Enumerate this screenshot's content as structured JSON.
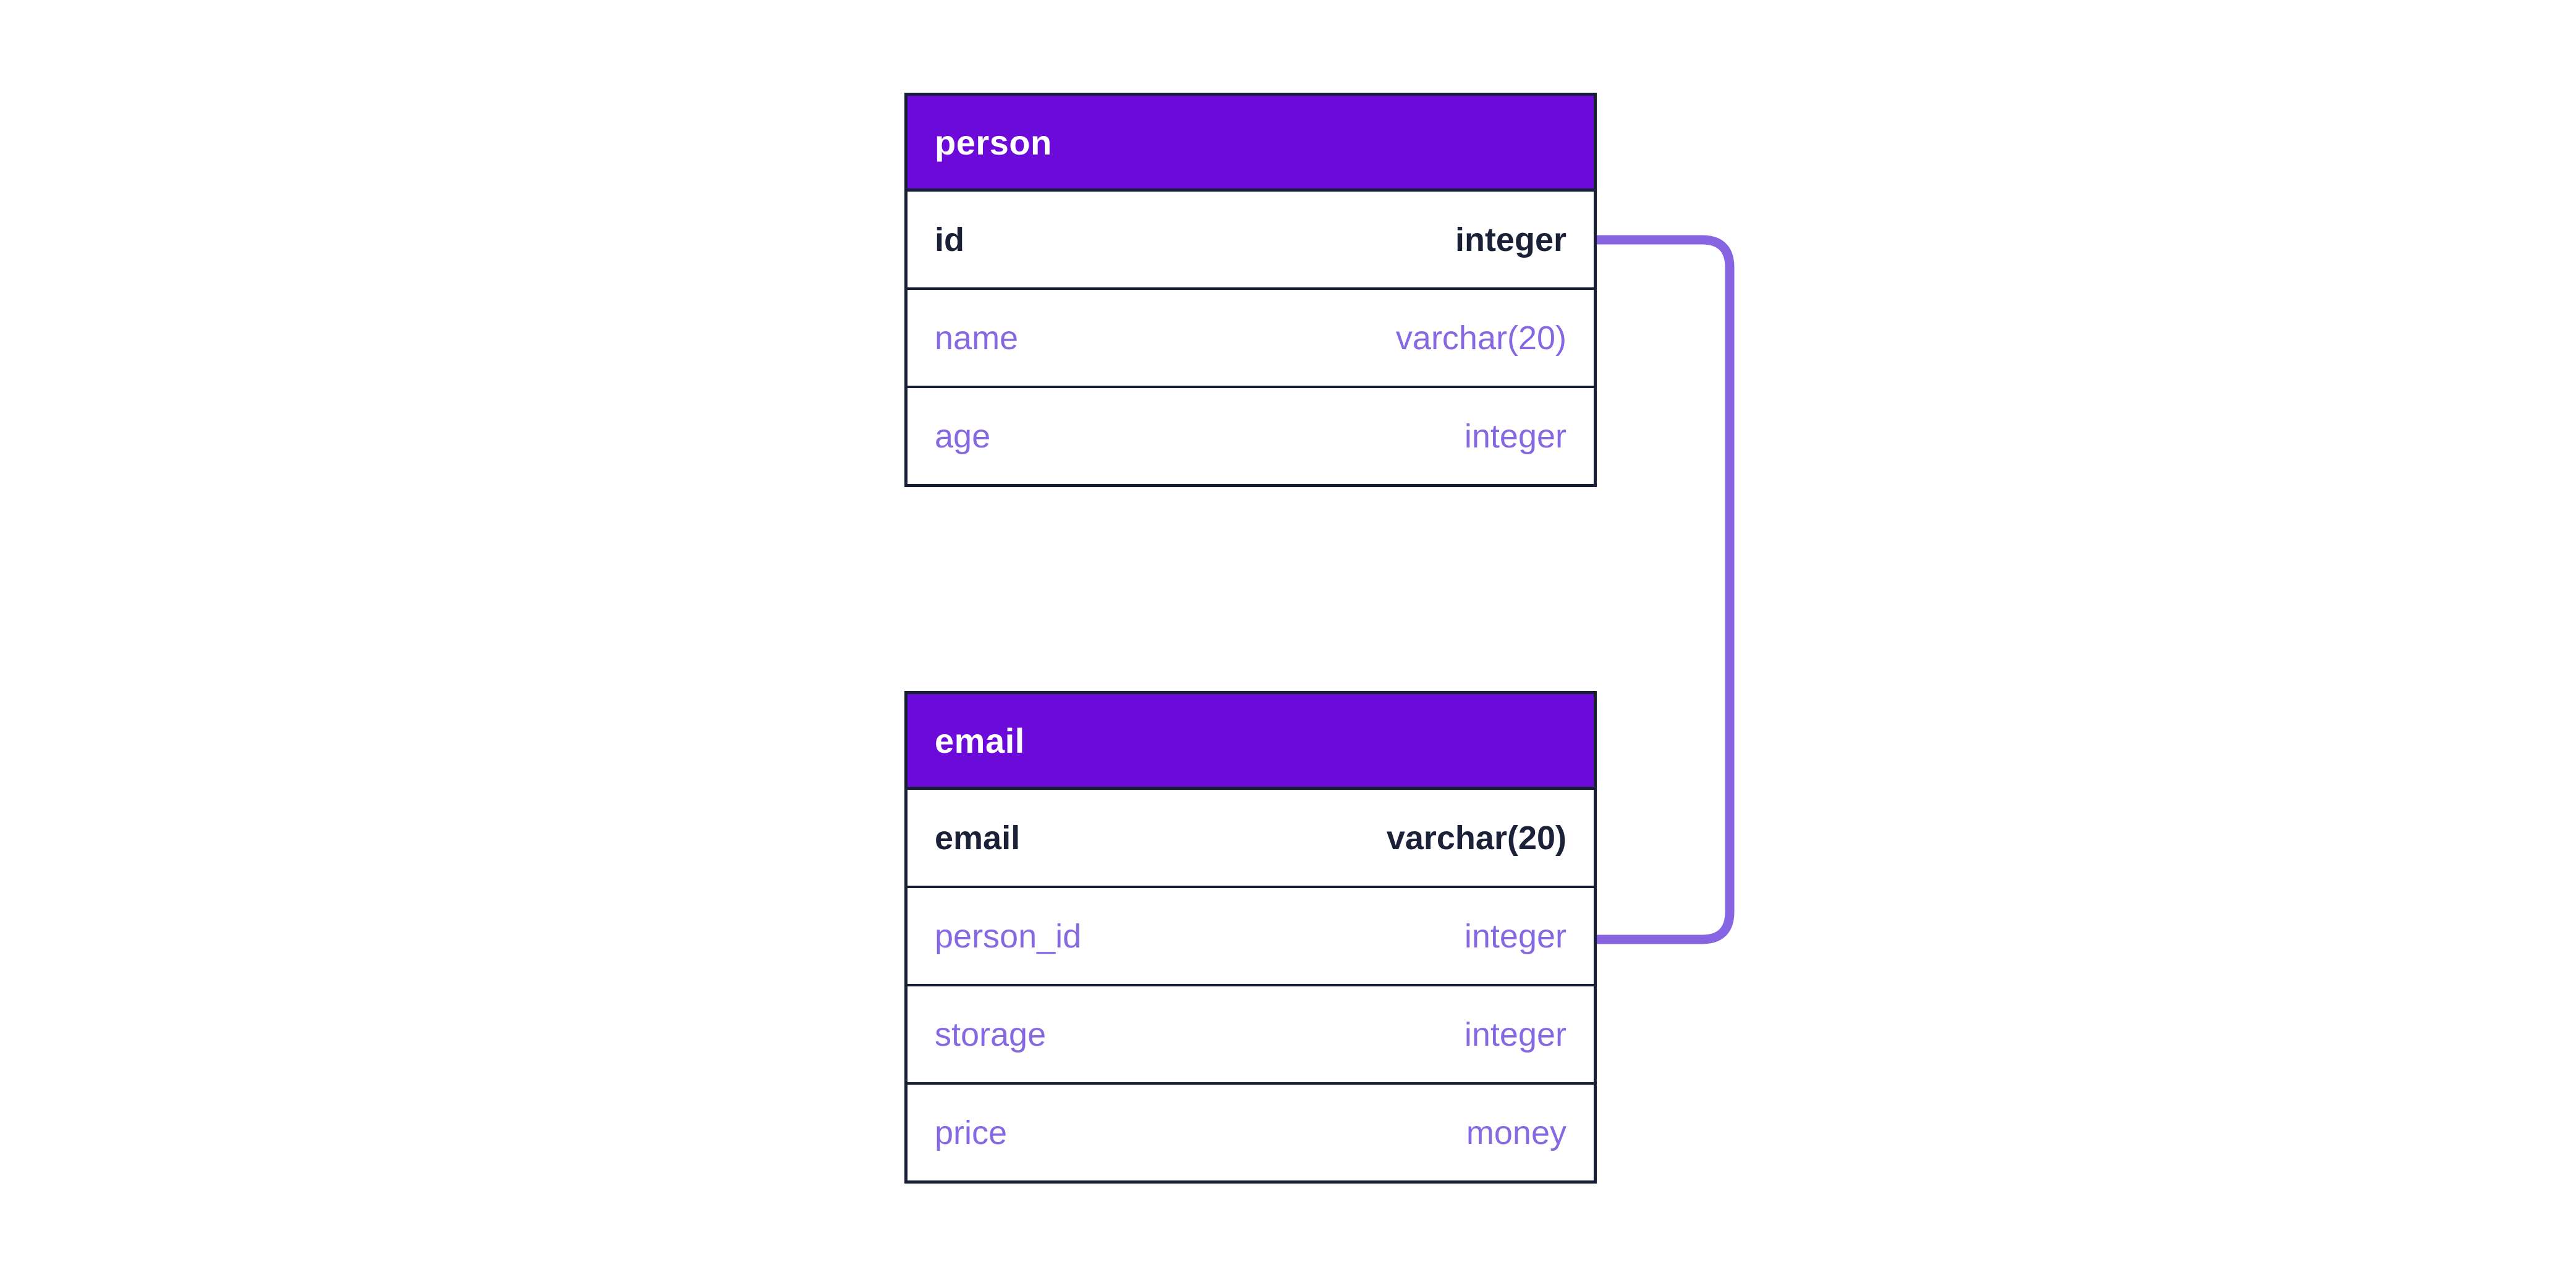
{
  "diagram": {
    "type": "entity-relationship",
    "colors": {
      "header_bg": "#6c0ad9",
      "row_text": "#8668e2",
      "pk_text": "#1b2136",
      "border": "#161f33",
      "connector": "#8764e1",
      "background": "#ffffff"
    },
    "tables": [
      {
        "name": "person",
        "fields": [
          {
            "name": "id",
            "type": "integer",
            "primary": true
          },
          {
            "name": "name",
            "type": "varchar(20)",
            "primary": false
          },
          {
            "name": "age",
            "type": "integer",
            "primary": false
          }
        ]
      },
      {
        "name": "email",
        "fields": [
          {
            "name": "email",
            "type": "varchar(20)",
            "primary": true
          },
          {
            "name": "person_id",
            "type": "integer",
            "primary": false
          },
          {
            "name": "storage",
            "type": "integer",
            "primary": false
          },
          {
            "name": "price",
            "type": "money",
            "primary": false
          }
        ]
      }
    ],
    "relationships": [
      {
        "from_table": "person",
        "from_field": "id",
        "to_table": "email",
        "to_field": "person_id"
      }
    ]
  }
}
